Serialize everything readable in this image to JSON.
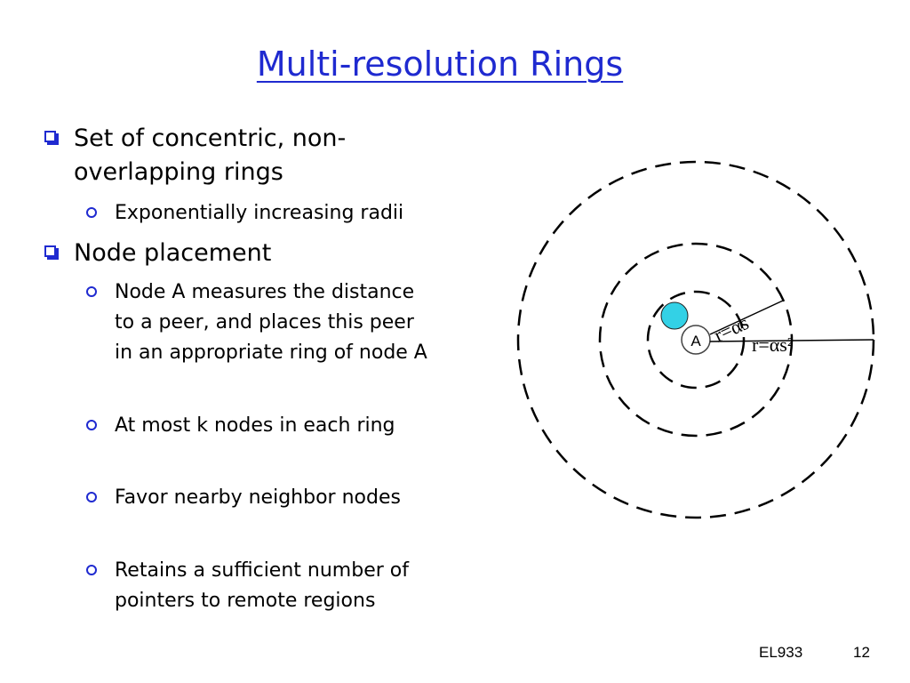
{
  "slide": {
    "title": "Multi-resolution Rings",
    "bullets": [
      {
        "lines": [
          "Set of concentric, non-",
          "overlapping rings"
        ],
        "sub": [
          {
            "lines": [
              "Exponentially increasing radii"
            ]
          }
        ]
      },
      {
        "lines": [
          "Node placement"
        ],
        "sub": [
          {
            "lines": [
              "Node A measures the distance",
              "to a peer, and places this peer",
              "in an appropriate ring of node A"
            ]
          },
          {
            "lines": [
              "At most k nodes in each ring"
            ]
          },
          {
            "lines": [
              "Favor nearby neighbor nodes"
            ]
          },
          {
            "lines": [
              "Retains a sufficient number of",
              "pointers to remote regions"
            ]
          }
        ]
      }
    ]
  },
  "diagram": {
    "node_label": "A",
    "radius_label_inner": "r=αs",
    "radius_label_outer": "r=αs²",
    "ring_count": 3,
    "peer_color": "#33d1e6"
  },
  "footer": {
    "course": "EL933",
    "page": "12"
  }
}
